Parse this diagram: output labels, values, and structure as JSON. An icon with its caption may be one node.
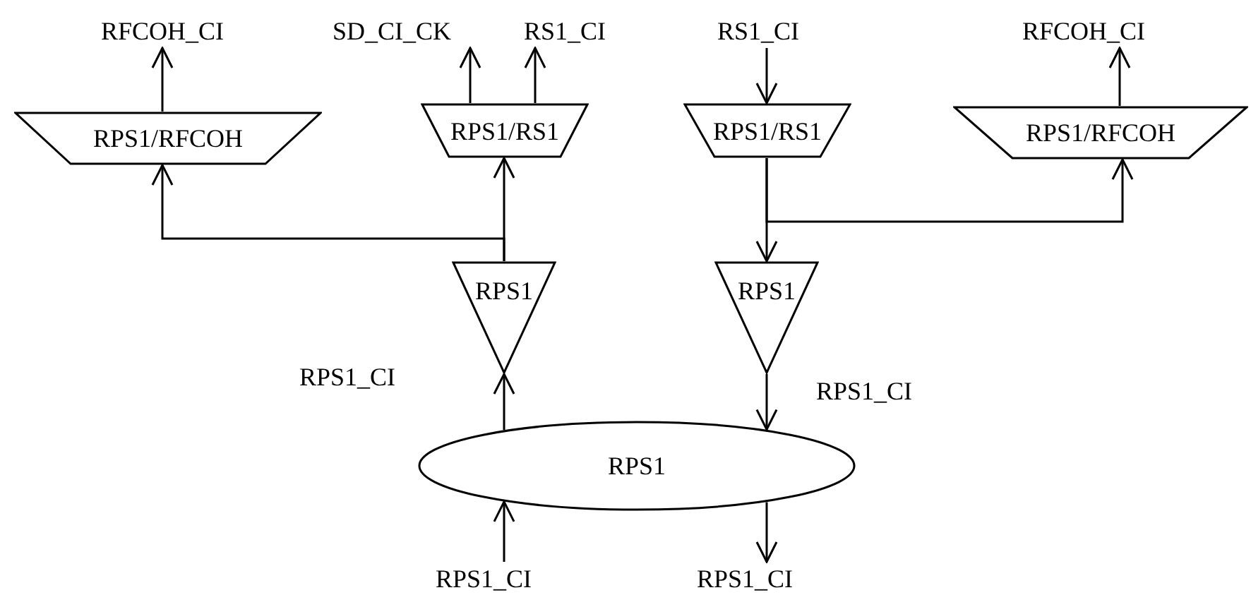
{
  "diagram": {
    "nodes": [
      {
        "text": [
          "RPS1/RFCOH"
        ]
      },
      {
        "text": [
          "RPS1/RS1"
        ]
      },
      {
        "text": [
          "RPS1/RS1"
        ]
      },
      {
        "text": [
          "RPS1/RFCOH"
        ]
      },
      {
        "text": [
          "RPS1"
        ]
      },
      {
        "text": [
          "RPS1"
        ]
      },
      {
        "text": [
          "RPS1"
        ]
      },
      {
        "text": [
          "RFCOH_CI"
        ]
      },
      {
        "text": [
          "SD_CI_CK"
        ]
      },
      {
        "text": [
          "RS1_CI"
        ]
      },
      {
        "text": [
          "RS1_CI"
        ]
      },
      {
        "text": [
          "RFCOH_CI"
        ]
      },
      {
        "text": [
          "RPS1_CI"
        ]
      },
      {
        "text": [
          "RPS1_CI"
        ]
      }
    ],
    "edges": [
      {
        "from": 0,
        "to": 7,
        "arrow": "to"
      },
      {
        "from": 1,
        "to": 8,
        "arrow": "to"
      },
      {
        "from": 1,
        "to": 9,
        "arrow": "to"
      },
      {
        "from": 10,
        "to": 2,
        "arrow": "to"
      },
      {
        "from": 3,
        "to": 11,
        "arrow": "to"
      },
      {
        "from": 4,
        "to": 1,
        "arrow": "to"
      },
      {
        "from": 4,
        "to": 0,
        "arrow": "to"
      },
      {
        "from": 2,
        "to": 5,
        "arrow": "to"
      },
      {
        "from": 2,
        "to": 3,
        "arrow": "to"
      },
      {
        "from": 6,
        "to": 4,
        "arrow": "to",
        "label": "RPS1_CI"
      },
      {
        "from": 5,
        "to": 6,
        "arrow": "to",
        "label": "RPS1_CI"
      },
      {
        "from": 12,
        "to": 6,
        "arrow": "to"
      },
      {
        "from": 6,
        "to": 13,
        "arrow": "to"
      }
    ]
  }
}
